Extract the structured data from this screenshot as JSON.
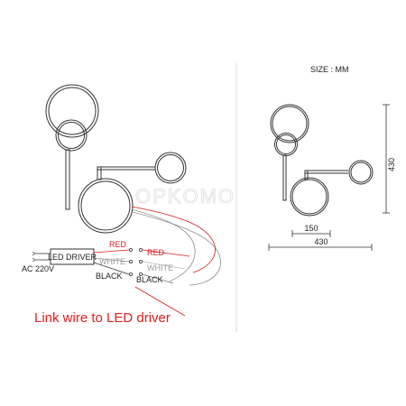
{
  "watermark": "OPKOMO",
  "size_note": "SIZE : MM",
  "dimensions": {
    "arm_width": "150",
    "total_width": "430",
    "total_height": "430"
  },
  "driver": {
    "box_label": "LED DRIVER",
    "input_label": "AC 220V"
  },
  "wires": {
    "driver_side": [
      "RED",
      "WHITE",
      "BLACK"
    ],
    "lamp_side": [
      "RED",
      "WHITE",
      "BLACK"
    ]
  },
  "caption": "Link wire to LED driver",
  "colors": {
    "red": "#d81b1b",
    "line": "#333333",
    "grey": "#999999"
  }
}
